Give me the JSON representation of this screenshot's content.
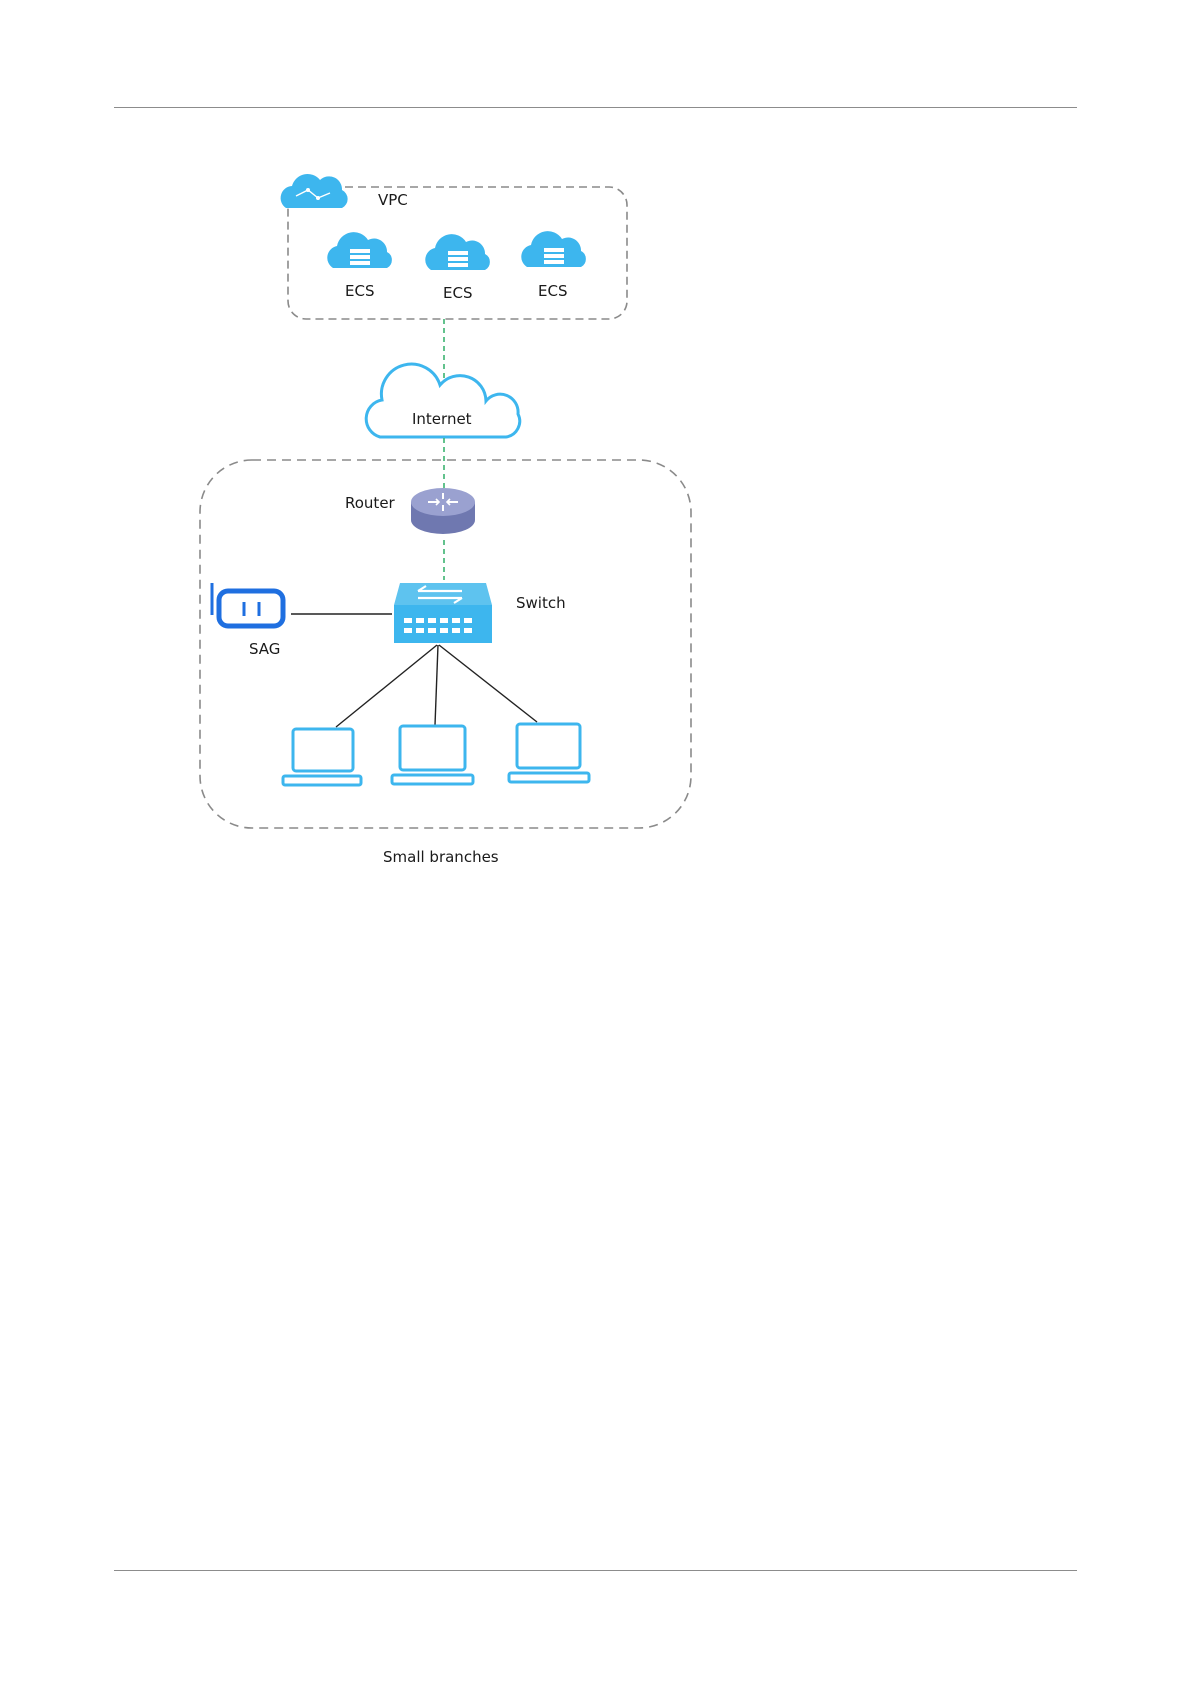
{
  "diagram": {
    "vpc": {
      "label": "VPC"
    },
    "ecs_nodes": [
      {
        "label": "ECS"
      },
      {
        "label": "ECS"
      },
      {
        "label": "ECS"
      }
    ],
    "internet": {
      "label": "Internet"
    },
    "router": {
      "label": "Router"
    },
    "switch": {
      "label": "Switch"
    },
    "sag": {
      "label": "SAG"
    },
    "branch": {
      "label": "Small branches"
    },
    "laptop_count": 3
  },
  "colors": {
    "cloud_blue": "#3db6ee",
    "sag_blue": "#1f6fe0",
    "router_purple": "#8a92c4",
    "green_link": "#3cb371",
    "dashed_border": "#8a8a8a",
    "line_dark": "#333333"
  }
}
